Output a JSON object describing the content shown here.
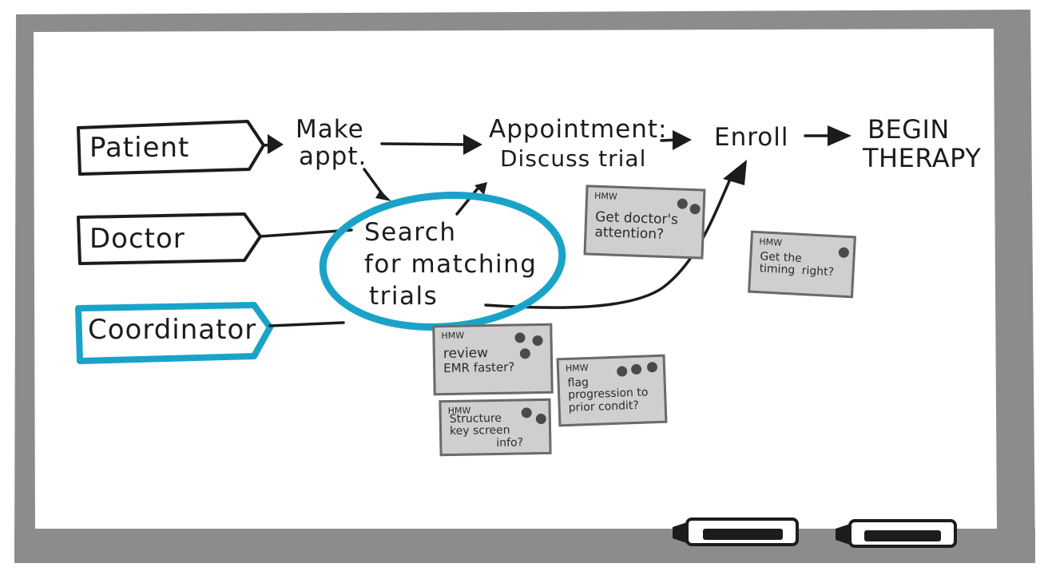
{
  "colors": {
    "frame": "#8c8c8c",
    "board": "#ffffff",
    "ink": "#1c1c1c",
    "highlight": "#1aa3c8",
    "sticky_note": "#cfcfcf",
    "sticky_border": "#6a6a6a"
  },
  "actors": [
    {
      "label": "Patient",
      "highlighted": false
    },
    {
      "label": "Doctor",
      "highlighted": false
    },
    {
      "label": "Coordinator",
      "highlighted": true
    }
  ],
  "flow": {
    "make_appt": [
      "Make",
      "appt."
    ],
    "appointment": [
      "Appointment:",
      "Discuss trial"
    ],
    "enroll": "Enroll",
    "begin_therapy": [
      "BEGIN",
      "THERAPY"
    ],
    "search": [
      "Search",
      "for matching",
      "trials"
    ]
  },
  "sticky_notes": [
    {
      "prefix": "HMW",
      "text": [
        "Get doctor's",
        "attention?"
      ],
      "dots": 2
    },
    {
      "prefix": "HMW",
      "text": [
        "Get the",
        "timing",
        "right?"
      ],
      "dots": 1
    },
    {
      "prefix": "HMW",
      "text": [
        "review",
        "EMR faster?"
      ],
      "dots": 3
    },
    {
      "prefix": "HMW",
      "text": [
        "flag",
        "progression to",
        "prior condit?"
      ],
      "dots": 3
    },
    {
      "prefix": "HMW",
      "text": [
        "Structure",
        "key screen",
        "info?"
      ],
      "dots": 2
    }
  ],
  "markers": [
    {
      "name": "marker-left"
    },
    {
      "name": "marker-right"
    }
  ]
}
